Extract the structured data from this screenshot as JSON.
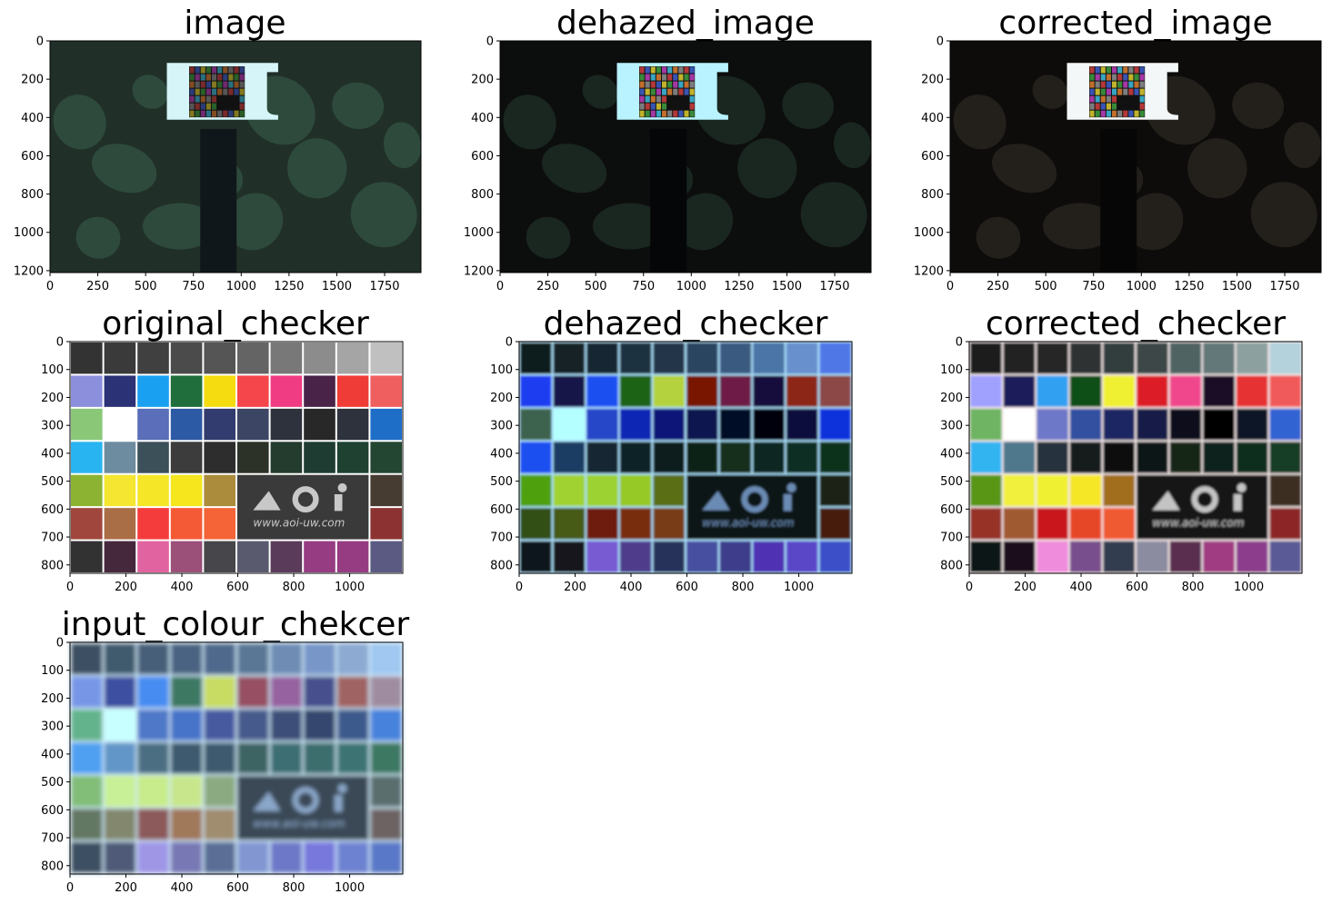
{
  "figure": {
    "background": "#ffffff",
    "layout": "3x3 grid of image subplots (two empty cells)"
  },
  "chart_data": [
    {
      "type": "image",
      "title": "image",
      "xticks": [
        "0",
        "250",
        "500",
        "750",
        "1000",
        "1250",
        "1500",
        "1750"
      ],
      "yticks": [
        "0",
        "200",
        "400",
        "600",
        "800",
        "1000",
        "1200"
      ],
      "xlim": [
        0,
        1940
      ],
      "ylim": [
        1210,
        0
      ],
      "content": "scene",
      "tint": "haze",
      "colors": {
        "background": "#203029",
        "leaf": "#2e4a3c",
        "board": "#d5f5f8",
        "stand": "#10171a"
      }
    },
    {
      "type": "image",
      "title": "dehazed_image",
      "xticks": [
        "0",
        "250",
        "500",
        "750",
        "1000",
        "1250",
        "1500",
        "1750"
      ],
      "yticks": [
        "0",
        "200",
        "400",
        "600",
        "800",
        "1000",
        "1200"
      ],
      "xlim": [
        0,
        1940
      ],
      "ylim": [
        1210,
        0
      ],
      "content": "scene",
      "tint": "dehazed",
      "colors": {
        "background": "#0c0e0d",
        "leaf": "#1a2620",
        "board": "#b8f3ff",
        "stand": "#050607"
      }
    },
    {
      "type": "image",
      "title": "corrected_image",
      "xticks": [
        "0",
        "250",
        "500",
        "750",
        "1000",
        "1250",
        "1500",
        "1750"
      ],
      "yticks": [
        "0",
        "200",
        "400",
        "600",
        "800",
        "1000",
        "1200"
      ],
      "xlim": [
        0,
        1940
      ],
      "ylim": [
        1210,
        0
      ],
      "content": "scene",
      "tint": "corrected",
      "colors": {
        "background": "#0d0c0b",
        "leaf": "#23201b",
        "board": "#f4f7f7",
        "stand": "#060606"
      }
    },
    {
      "type": "image",
      "title": "original_checker",
      "xticks": [
        "0",
        "200",
        "400",
        "600",
        "800",
        "1000"
      ],
      "yticks": [
        "0",
        "100",
        "200",
        "300",
        "400",
        "500",
        "600",
        "700",
        "800"
      ],
      "xlim": [
        0,
        1190
      ],
      "ylim": [
        830,
        0
      ],
      "content": "checker",
      "tint": "original",
      "logo_text": "www.aoi-uw.com",
      "colors": {
        "grid": [
          "#333333",
          "#3a3a3a",
          "#404040",
          "#4b4b4b",
          "#555555",
          "#646464",
          "#787878",
          "#8c8c8c",
          "#a5a5a5",
          "#c0c0c0",
          "#8c8fdc",
          "#2c3276",
          "#1aa0f0",
          "#1f6e3c",
          "#f5dc10",
          "#f5464b",
          "#f03c82",
          "#4a2448",
          "#f03c37",
          "#f05f5f",
          "#8ac878",
          "#ffffff",
          "#5a6eb9",
          "#2d5aa5",
          "#323c6e",
          "#3c4664",
          "#2d323c",
          "#282828",
          "#2d323c",
          "#1e6ec8",
          "#28b4f0",
          "#6e8ca0",
          "#3c505a",
          "#3c3c3c",
          "#2d2d2d",
          "#2d3228",
          "#233c2d",
          "#1e3c32",
          "#1e4132",
          "#234632",
          "#8cb432",
          "#f5e632",
          "#f5e628",
          "#f5e61e",
          "#aa8c3c",
          "#3c3c3c",
          "#3c3c3c",
          "#3c3c3c",
          "#3c3c3c",
          "#463c32",
          "#a0463c",
          "#aa6e46",
          "#f53c3c",
          "#f55a37",
          "#f56437",
          "#3c3c3c",
          "#3c3c3c",
          "#3c3c3c",
          "#3c3c3c",
          "#8c3232",
          "#323232",
          "#46283c",
          "#e164a0",
          "#9a5078",
          "#46464b",
          "#5a5a6e",
          "#5a3c5a",
          "#963c82",
          "#963c82",
          "#5a5a82"
        ],
        "border": "#ffffff",
        "logo_bg": "#3a3a3a",
        "logo": "#c8c8c8"
      }
    },
    {
      "type": "image",
      "title": "dehazed_checker",
      "xticks": [
        "0",
        "200",
        "400",
        "600",
        "800",
        "1000"
      ],
      "yticks": [
        "0",
        "100",
        "200",
        "300",
        "400",
        "500",
        "600",
        "700",
        "800"
      ],
      "xlim": [
        0,
        1190
      ],
      "ylim": [
        830,
        0
      ],
      "content": "checker",
      "tint": "dehazed",
      "logo_text": "www.aoi-uw.com",
      "colors": {
        "grid": [
          "#0f1a1e",
          "#142028",
          "#192632",
          "#1e3040",
          "#23364a",
          "#2a4460",
          "#3a5a80",
          "#4c74a6",
          "#6890cc",
          "#5078e6",
          "#1e3cf0",
          "#12144a",
          "#1e50f0",
          "#1e6414",
          "#b4d23c",
          "#781400",
          "#6e1e46",
          "#18103c",
          "#8c2814",
          "#8c4646",
          "#3c6450",
          "#b4ffff",
          "#2846c8",
          "#0a28b4",
          "#0a1478",
          "#0a1450",
          "#050a28",
          "#05050a",
          "#0a0f3c",
          "#0a32dc",
          "#1e50f0",
          "#1e3c64",
          "#142832",
          "#0f2028",
          "#0f1e1e",
          "#0f2314",
          "#142d1e",
          "#0f2823",
          "#0f2d23",
          "#0f321e",
          "#50a00a",
          "#a0d232",
          "#9cd232",
          "#96c828",
          "#5a6e14",
          "#0a1014",
          "#0a1014",
          "#0a1014",
          "#0a1014",
          "#1e2014",
          "#325014",
          "#465a14",
          "#6e1e0a",
          "#782d0a",
          "#783c14",
          "#0a1014",
          "#0a1014",
          "#0a1014",
          "#0a1014",
          "#461e0a",
          "#0a141e",
          "#14141e",
          "#785ad2",
          "#503c8c",
          "#28325a",
          "#4650a0",
          "#3c3c8c",
          "#5032b4",
          "#5a46c8",
          "#3c50c8"
        ],
        "border": "#aee4ff",
        "logo_bg": "#0c1418",
        "logo": "#6a8bb4"
      }
    },
    {
      "type": "image",
      "title": "corrected_checker",
      "xticks": [
        "0",
        "200",
        "400",
        "600",
        "800",
        "1000"
      ],
      "yticks": [
        "0",
        "100",
        "200",
        "300",
        "400",
        "500",
        "600",
        "700",
        "800"
      ],
      "xlim": [
        0,
        1190
      ],
      "ylim": [
        830,
        0
      ],
      "content": "checker",
      "tint": "corrected",
      "logo_text": "www.aoi-uw.com",
      "colors": {
        "grid": [
          "#1e1e1e",
          "#232323",
          "#282828",
          "#2d3232",
          "#323c3c",
          "#3c4646",
          "#506464",
          "#647878",
          "#8ca0a0",
          "#b4d2dc",
          "#a0a0ff",
          "#1e1e5a",
          "#32a0f0",
          "#0a5014",
          "#f0f032",
          "#dc1e28",
          "#f0468c",
          "#1e0a28",
          "#e63232",
          "#f05a5a",
          "#6eb464",
          "#ffffff",
          "#6e78c8",
          "#3250a0",
          "#1e2864",
          "#141e46",
          "#0a0f1e",
          "#050505",
          "#0f1428",
          "#3264d2",
          "#32b4f0",
          "#50788c",
          "#28323c",
          "#191e1e",
          "#0f0f0f",
          "#0f1914",
          "#142819",
          "#0f231e",
          "#0f2d1e",
          "#143c28",
          "#5a9614",
          "#f0f03c",
          "#f0f032",
          "#f5e628",
          "#a06e1e",
          "#141414",
          "#141414",
          "#141414",
          "#141414",
          "#3c2d23",
          "#963228",
          "#a05a32",
          "#c8141e",
          "#e64628",
          "#f05a32",
          "#141414",
          "#141414",
          "#141414",
          "#141414",
          "#8c2828",
          "#0a1414",
          "#1e0f1e",
          "#f08cdc",
          "#78508c",
          "#323c50",
          "#8c8ca0",
          "#5a2d50",
          "#a03c82",
          "#8c3c8c",
          "#5a5a96"
        ],
        "border": "#f4e8e8",
        "logo_bg": "#141414",
        "logo": "#c4c4c4"
      }
    },
    {
      "type": "image",
      "title": "input_colour_chekcer",
      "xticks": [
        "0",
        "200",
        "400",
        "600",
        "800",
        "1000"
      ],
      "yticks": [
        "0",
        "100",
        "200",
        "300",
        "400",
        "500",
        "600",
        "700",
        "800"
      ],
      "xlim": [
        0,
        1190
      ],
      "ylim": [
        830,
        0
      ],
      "content": "checker",
      "tint": "input",
      "logo_text": "www.aoi-uw.com",
      "colors": {
        "grid": [
          "#3c5064",
          "#415a6e",
          "#465f78",
          "#4b6482",
          "#50698c",
          "#5a7896",
          "#6e8cb4",
          "#7896c8",
          "#8caad2",
          "#a0c8f0",
          "#7896e6",
          "#3c50a0",
          "#468cf0",
          "#3c7864",
          "#c8dc64",
          "#965064",
          "#9664a0",
          "#46508c",
          "#a06464",
          "#a08ca0",
          "#64b48c",
          "#c8ffff",
          "#5078c8",
          "#4673c8",
          "#465aa0",
          "#465a8c",
          "#3c5078",
          "#34466e",
          "#3c5a8c",
          "#4682dc",
          "#50a0f0",
          "#6496c8",
          "#4b6e82",
          "#3c5a6e",
          "#3c5a6e",
          "#3c6464",
          "#3c6e73",
          "#3c6e6e",
          "#3c7373",
          "#3c7864",
          "#82be78",
          "#c8f096",
          "#c8eb8c",
          "#c8e68c",
          "#8caa82",
          "#3c505a",
          "#3c505a",
          "#3c505a",
          "#3c505a",
          "#5a6e6e",
          "#647864",
          "#82876e",
          "#8c5a5a",
          "#a0785a",
          "#a08c6e",
          "#3c505a",
          "#3c505a",
          "#3c505a",
          "#3c505a",
          "#6e6464",
          "#3c5064",
          "#505a78",
          "#a096e6",
          "#7878b4",
          "#5a6e96",
          "#8296d2",
          "#6e78c8",
          "#7878dc",
          "#6e82d2",
          "#5a78c8"
        ],
        "border": "#d4f0ff",
        "logo_bg": "#3a4a56",
        "logo": "#8aa6c8"
      }
    }
  ]
}
